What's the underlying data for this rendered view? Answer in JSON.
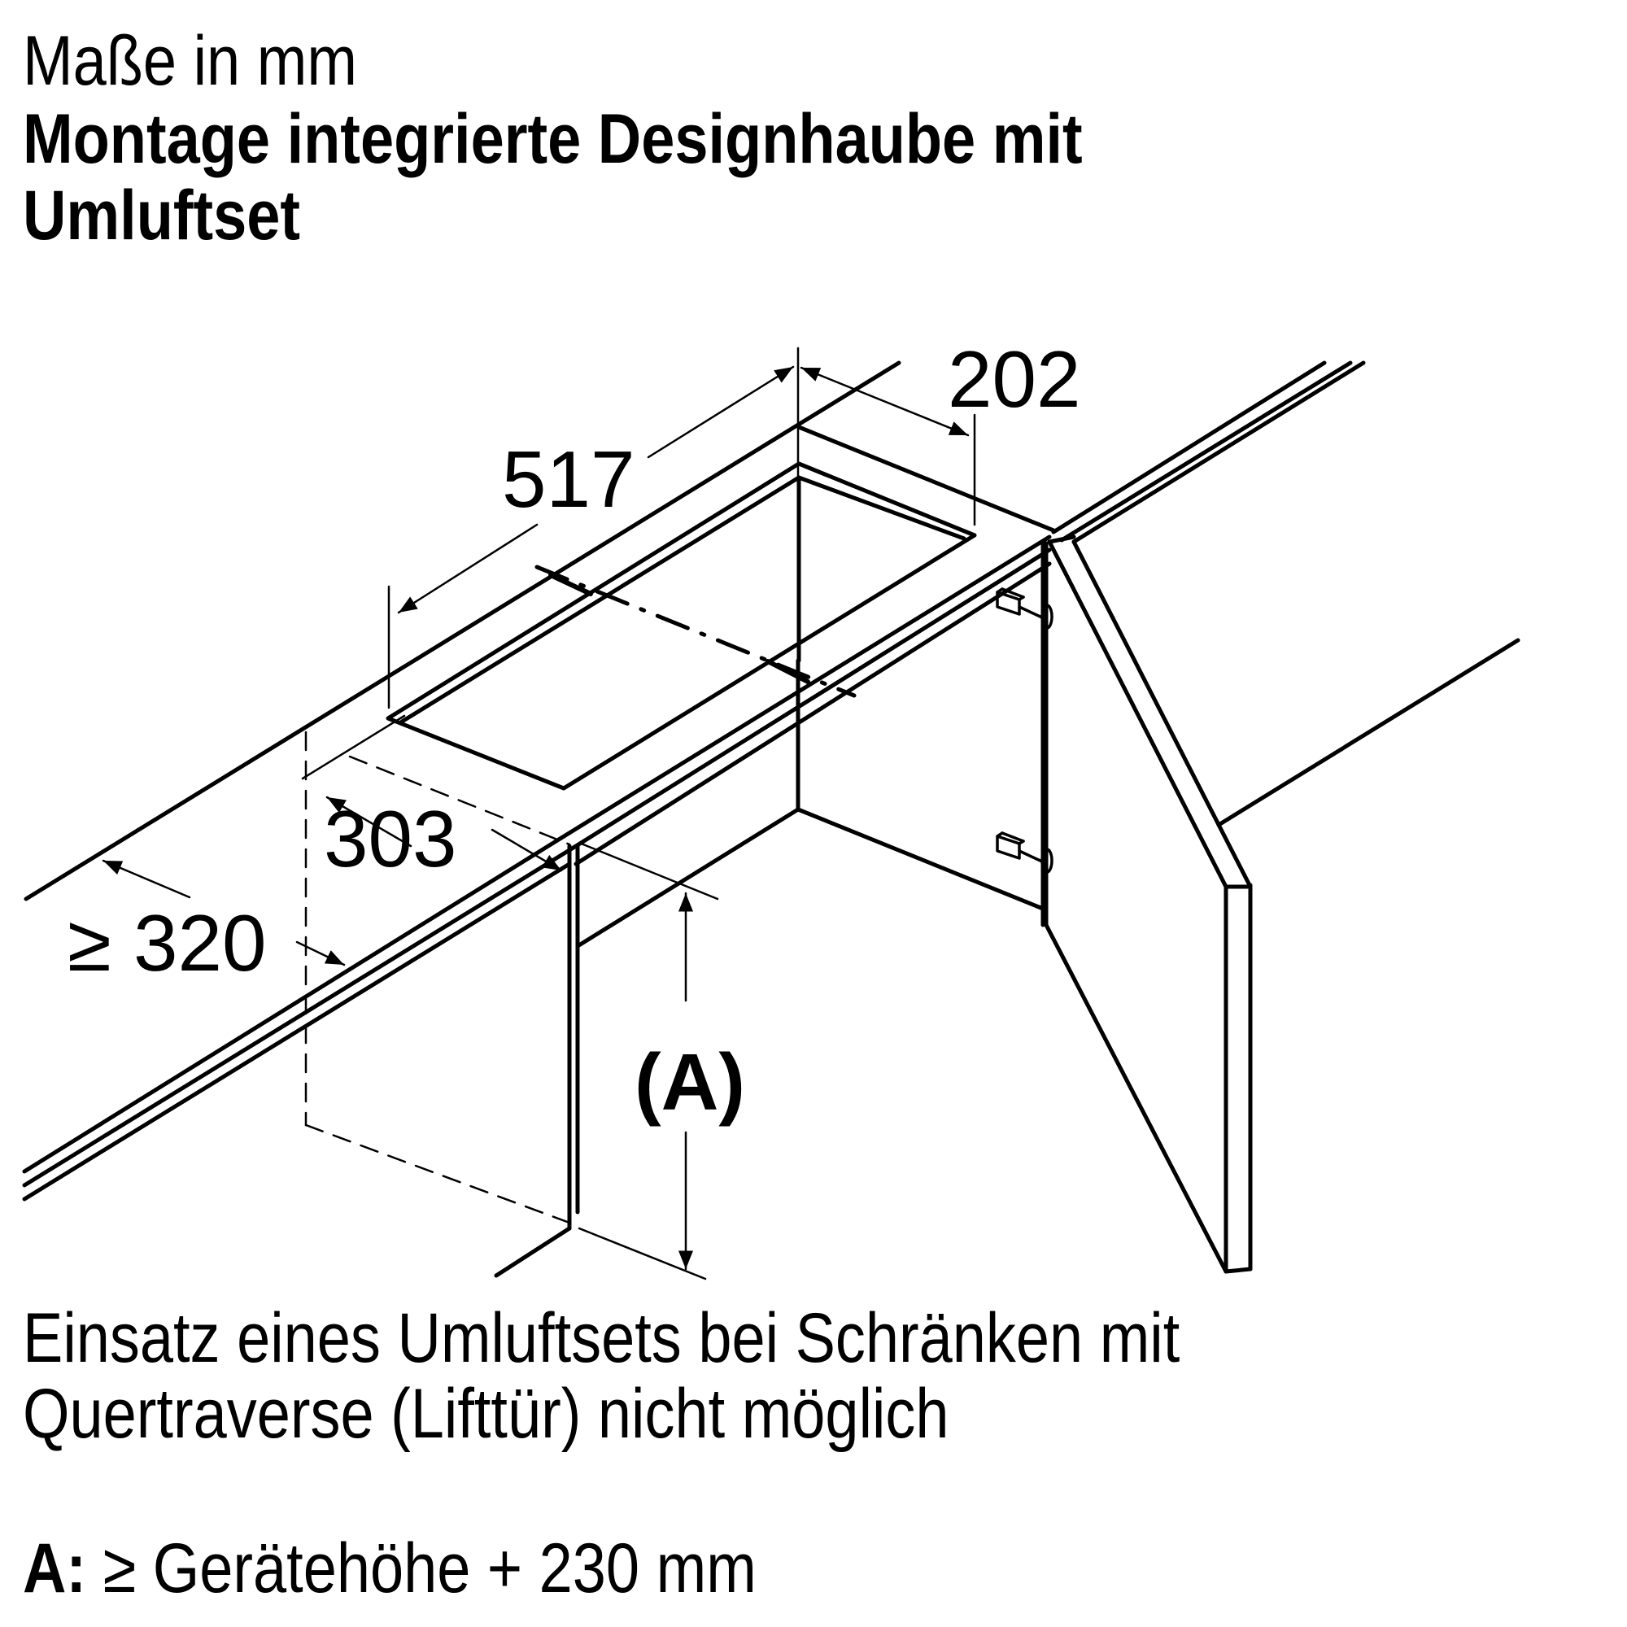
{
  "header": {
    "units": "Maße in mm",
    "title_line1": "Montage integrierte Designhaube mit",
    "title_line2": "Umluftset"
  },
  "diagram": {
    "dimensions": {
      "width_517": "517",
      "depth_202": "202",
      "offset_303": "303",
      "min_depth_320": "≥ 320",
      "height_A": "(A)"
    },
    "line_color": "#000000",
    "background": "#ffffff"
  },
  "notes": {
    "line1": "Einsatz eines Umluftsets bei Schränken mit",
    "line2": "Quertraverse (Lifttür) nicht möglich"
  },
  "legend": {
    "key": "A:",
    "text": "≥ Gerätehöhe + 230 mm"
  }
}
